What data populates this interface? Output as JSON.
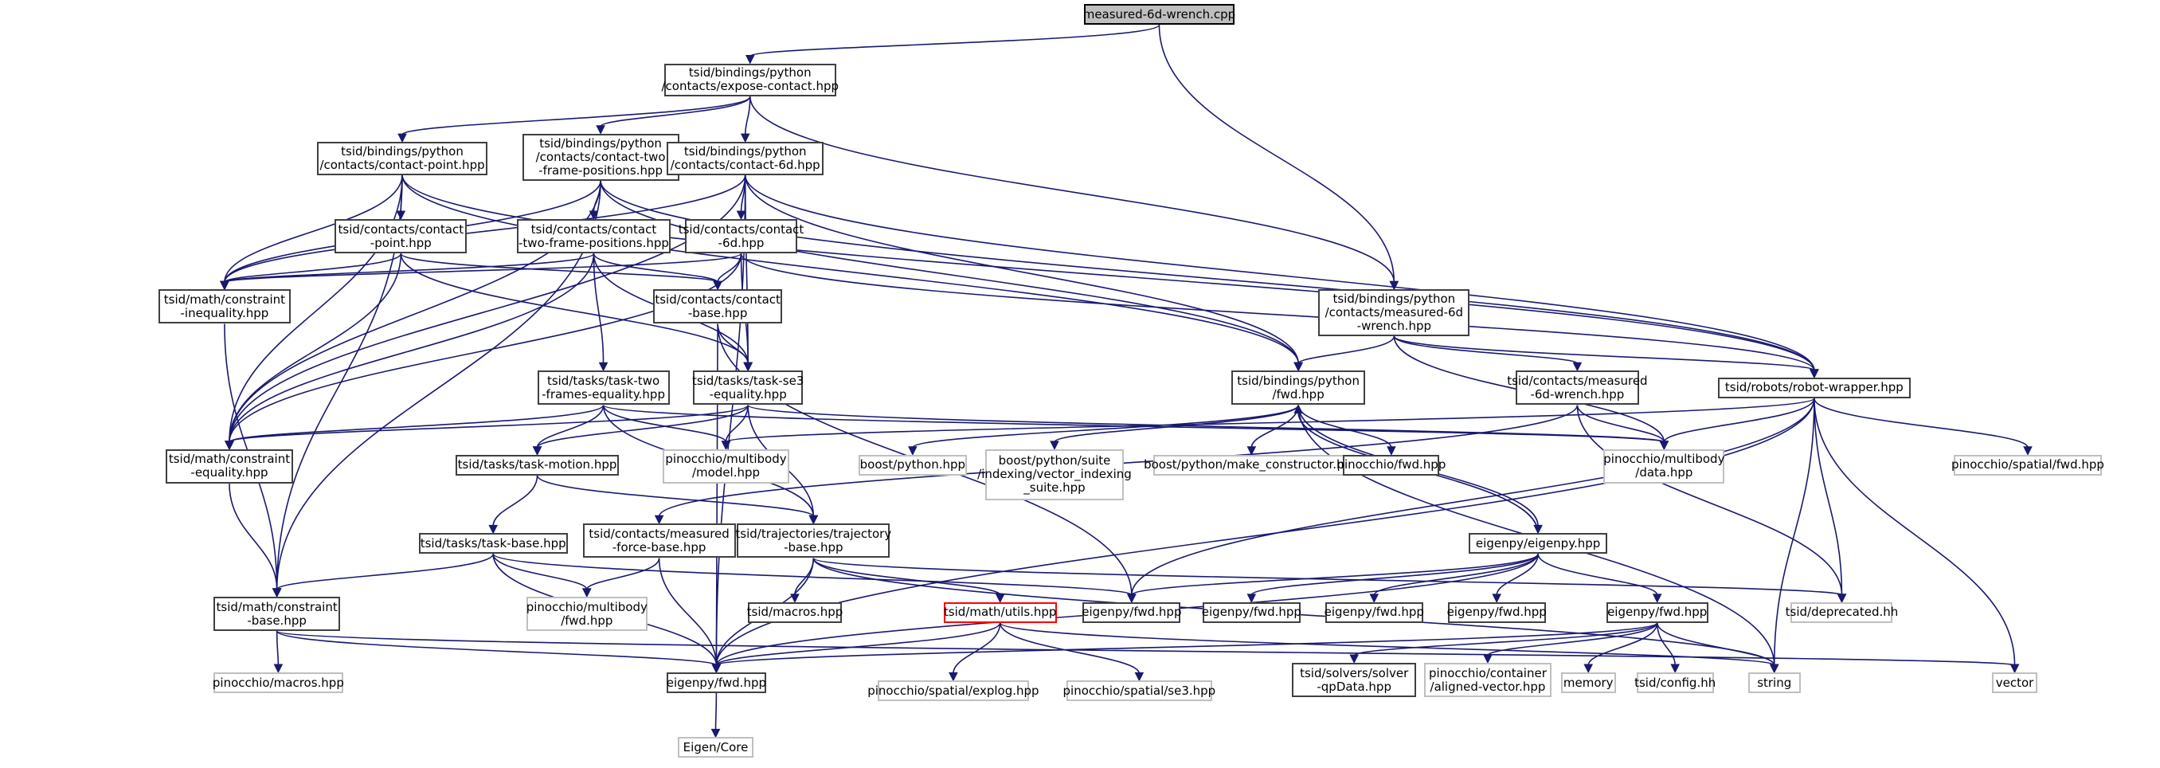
{
  "diagram": {
    "title": "measured-6d-wrench.cpp",
    "type": "include-dependency-graph",
    "colors": {
      "edge": "#191970",
      "root_fill": "#bfbfbf",
      "documented_border": "#404040",
      "external_border": "#bfbfbf",
      "highlight_border": "#ff0000"
    },
    "nodes": [
      {
        "id": "root",
        "label": "measured-6d-wrench.cpp",
        "kind": "root"
      },
      {
        "id": "expose",
        "label": "tsid/bindings/python\n/contacts/expose-contact.hpp",
        "kind": "doc"
      },
      {
        "id": "bcp",
        "label": "tsid/bindings/python\n/contacts/contact-point.hpp",
        "kind": "doc"
      },
      {
        "id": "bctfp",
        "label": "tsid/bindings/python\n/contacts/contact-two\n-frame-positions.hpp",
        "kind": "doc"
      },
      {
        "id": "bc6d",
        "label": "tsid/bindings/python\n/contacts/contact-6d.hpp",
        "kind": "doc"
      },
      {
        "id": "cp",
        "label": "tsid/contacts/contact\n-point.hpp",
        "kind": "doc"
      },
      {
        "id": "ctfp",
        "label": "tsid/contacts/contact\n-two-frame-positions.hpp",
        "kind": "doc"
      },
      {
        "id": "c6d",
        "label": "tsid/contacts/contact\n-6d.hpp",
        "kind": "doc"
      },
      {
        "id": "bm6d",
        "label": "tsid/bindings/python\n/contacts/measured-6d\n-wrench.hpp",
        "kind": "doc"
      },
      {
        "id": "cineq",
        "label": "tsid/math/constraint\n-inequality.hpp",
        "kind": "doc"
      },
      {
        "id": "cbase",
        "label": "tsid/contacts/contact\n-base.hpp",
        "kind": "doc"
      },
      {
        "id": "ttfe",
        "label": "tsid/tasks/task-two\n-frames-equality.hpp",
        "kind": "doc"
      },
      {
        "id": "tse3",
        "label": "tsid/tasks/task-se3\n-equality.hpp",
        "kind": "doc"
      },
      {
        "id": "bfwd",
        "label": "tsid/bindings/python\n/fwd.hpp",
        "kind": "doc"
      },
      {
        "id": "cm6d",
        "label": "tsid/contacts/measured\n-6d-wrench.hpp",
        "kind": "doc"
      },
      {
        "id": "robot",
        "label": "tsid/robots/robot-wrapper.hpp",
        "kind": "doc"
      },
      {
        "id": "ceq",
        "label": "tsid/math/constraint\n-equality.hpp",
        "kind": "doc"
      },
      {
        "id": "tmotion",
        "label": "tsid/tasks/task-motion.hpp",
        "kind": "doc"
      },
      {
        "id": "pmodel",
        "label": "pinocchio/multibody\n/model.hpp",
        "kind": "ext"
      },
      {
        "id": "bpy",
        "label": "boost/python.hpp",
        "kind": "ext"
      },
      {
        "id": "bvis",
        "label": "boost/python/suite\n/indexing/vector_indexing\n_suite.hpp",
        "kind": "ext"
      },
      {
        "id": "bmc",
        "label": "boost/python/make_constructor.hpp",
        "kind": "ext"
      },
      {
        "id": "pfwd",
        "label": "pinocchio/fwd.hpp",
        "kind": "doc"
      },
      {
        "id": "pdata",
        "label": "pinocchio/multibody\n/data.hpp",
        "kind": "ext"
      },
      {
        "id": "psfwd",
        "label": "pinocchio/spatial/fwd.hpp",
        "kind": "ext"
      },
      {
        "id": "tbase",
        "label": "tsid/tasks/task-base.hpp",
        "kind": "doc"
      },
      {
        "id": "mfb",
        "label": "tsid/contacts/measured\n-force-base.hpp",
        "kind": "doc"
      },
      {
        "id": "trajb",
        "label": "tsid/trajectories/trajectory\n-base.hpp",
        "kind": "doc"
      },
      {
        "id": "eigenpy",
        "label": "eigenpy/eigenpy.hpp",
        "kind": "doc"
      },
      {
        "id": "pmfwd",
        "label": "pinocchio/multibody\n/fwd.hpp",
        "kind": "ext"
      },
      {
        "id": "cbase2",
        "label": "tsid/math/constraint\n-base.hpp",
        "kind": "doc"
      },
      {
        "id": "tmacros",
        "label": "tsid/macros.hpp",
        "kind": "doc"
      },
      {
        "id": "utils",
        "label": "tsid/math/utils.hpp",
        "kind": "warn"
      },
      {
        "id": "efwd1",
        "label": "eigenpy/fwd.hpp",
        "kind": "doc"
      },
      {
        "id": "efwd2",
        "label": "eigenpy/fwd.hpp",
        "kind": "doc"
      },
      {
        "id": "efwd3",
        "label": "eigenpy/fwd.hpp",
        "kind": "doc"
      },
      {
        "id": "efwd4",
        "label": "eigenpy/fwd.hpp",
        "kind": "doc"
      },
      {
        "id": "efwd5",
        "label": "eigenpy/fwd.hpp",
        "kind": "doc"
      },
      {
        "id": "deprecated",
        "label": "tsid/deprecated.hh",
        "kind": "ext"
      },
      {
        "id": "pmacros",
        "label": "pinocchio/macros.hpp",
        "kind": "ext"
      },
      {
        "id": "efwd0",
        "label": "eigenpy/fwd.hpp",
        "kind": "doc"
      },
      {
        "id": "explog",
        "label": "pinocchio/spatial/explog.hpp",
        "kind": "ext"
      },
      {
        "id": "se3",
        "label": "pinocchio/spatial/se3.hpp",
        "kind": "ext"
      },
      {
        "id": "qpdata",
        "label": "tsid/solvers/solver\n-qpData.hpp",
        "kind": "doc"
      },
      {
        "id": "alignvec",
        "label": "pinocchio/container\n/aligned-vector.hpp",
        "kind": "ext"
      },
      {
        "id": "memory",
        "label": "memory",
        "kind": "ext"
      },
      {
        "id": "config",
        "label": "tsid/config.hh",
        "kind": "ext"
      },
      {
        "id": "string",
        "label": "string",
        "kind": "ext"
      },
      {
        "id": "vector",
        "label": "vector",
        "kind": "ext"
      },
      {
        "id": "eigencore",
        "label": "Eigen/Core",
        "kind": "ext"
      }
    ],
    "edges": [
      [
        "root",
        "expose"
      ],
      [
        "root",
        "bm6d"
      ],
      [
        "expose",
        "bcp"
      ],
      [
        "expose",
        "bctfp"
      ],
      [
        "expose",
        "bc6d"
      ],
      [
        "expose",
        "bm6d"
      ],
      [
        "bcp",
        "cp"
      ],
      [
        "bcp",
        "cineq"
      ],
      [
        "bcp",
        "ceq"
      ],
      [
        "bcp",
        "cbase2"
      ],
      [
        "bcp",
        "bfwd"
      ],
      [
        "bcp",
        "robot"
      ],
      [
        "bctfp",
        "ctfp"
      ],
      [
        "bctfp",
        "cineq"
      ],
      [
        "bctfp",
        "ceq"
      ],
      [
        "bctfp",
        "cbase2"
      ],
      [
        "bctfp",
        "bfwd"
      ],
      [
        "bctfp",
        "robot"
      ],
      [
        "bc6d",
        "c6d"
      ],
      [
        "bc6d",
        "cineq"
      ],
      [
        "bc6d",
        "ceq"
      ],
      [
        "bc6d",
        "efwd0"
      ],
      [
        "bc6d",
        "tse3"
      ],
      [
        "bc6d",
        "bfwd"
      ],
      [
        "bc6d",
        "robot"
      ],
      [
        "cp",
        "cineq"
      ],
      [
        "cp",
        "cbase"
      ],
      [
        "cp",
        "tse3"
      ],
      [
        "cp",
        "ceq"
      ],
      [
        "ctfp",
        "cineq"
      ],
      [
        "ctfp",
        "cbase"
      ],
      [
        "ctfp",
        "ttfe"
      ],
      [
        "ctfp",
        "tse3"
      ],
      [
        "ctfp",
        "ceq"
      ],
      [
        "c6d",
        "cineq"
      ],
      [
        "c6d",
        "cbase"
      ],
      [
        "c6d",
        "tse3"
      ],
      [
        "c6d",
        "ceq"
      ],
      [
        "c6d",
        "robot"
      ],
      [
        "bm6d",
        "bfwd"
      ],
      [
        "bm6d",
        "cm6d"
      ],
      [
        "bm6d",
        "robot"
      ],
      [
        "bm6d",
        "pdata"
      ],
      [
        "cineq",
        "cbase2"
      ],
      [
        "cbase",
        "tse3"
      ],
      [
        "cbase",
        "efwd1"
      ],
      [
        "cbase",
        "efwd0"
      ],
      [
        "ttfe",
        "ceq"
      ],
      [
        "ttfe",
        "tmotion"
      ],
      [
        "ttfe",
        "pmodel"
      ],
      [
        "ttfe",
        "trajb"
      ],
      [
        "ttfe",
        "pdata"
      ],
      [
        "tse3",
        "ceq"
      ],
      [
        "tse3",
        "tmotion"
      ],
      [
        "tse3",
        "pmodel"
      ],
      [
        "tse3",
        "trajb"
      ],
      [
        "tse3",
        "pdata"
      ],
      [
        "bfwd",
        "bpy"
      ],
      [
        "bfwd",
        "bvis"
      ],
      [
        "bfwd",
        "bmc"
      ],
      [
        "bfwd",
        "pfwd"
      ],
      [
        "bfwd",
        "eigenpy"
      ],
      [
        "bfwd",
        "string"
      ],
      [
        "cm6d",
        "pdata"
      ],
      [
        "cm6d",
        "mfb"
      ],
      [
        "cm6d",
        "deprecated"
      ],
      [
        "robot",
        "pmodel"
      ],
      [
        "robot",
        "pdata"
      ],
      [
        "robot",
        "psfwd"
      ],
      [
        "robot",
        "deprecated"
      ],
      [
        "robot",
        "efwd1"
      ],
      [
        "robot",
        "string"
      ],
      [
        "robot",
        "vector"
      ],
      [
        "robot",
        "efwd0"
      ],
      [
        "ceq",
        "cbase2"
      ],
      [
        "tmotion",
        "tbase"
      ],
      [
        "tmotion",
        "trajb"
      ],
      [
        "tbase",
        "cbase2"
      ],
      [
        "tbase",
        "pmfwd"
      ],
      [
        "tbase",
        "efwd0"
      ],
      [
        "tbase",
        "efwd1"
      ],
      [
        "mfb",
        "pmfwd"
      ],
      [
        "mfb",
        "efwd0"
      ],
      [
        "trajb",
        "tmacros"
      ],
      [
        "trajb",
        "utils"
      ],
      [
        "trajb",
        "efwd0"
      ],
      [
        "trajb",
        "deprecated"
      ],
      [
        "trajb",
        "string"
      ],
      [
        "eigenpy",
        "bfwd"
      ],
      [
        "eigenpy",
        "efwd1"
      ],
      [
        "eigenpy",
        "efwd2"
      ],
      [
        "eigenpy",
        "efwd3"
      ],
      [
        "eigenpy",
        "efwd4"
      ],
      [
        "eigenpy",
        "efwd5"
      ],
      [
        "eigenpy",
        "efwd0"
      ],
      [
        "cbase2",
        "pmacros"
      ],
      [
        "cbase2",
        "efwd0"
      ],
      [
        "cbase2",
        "vector"
      ],
      [
        "utils",
        "efwd0"
      ],
      [
        "utils",
        "explog"
      ],
      [
        "utils",
        "se3"
      ],
      [
        "utils",
        "string"
      ],
      [
        "efwd5",
        "efwd0"
      ],
      [
        "efwd5",
        "qpdata"
      ],
      [
        "efwd5",
        "alignvec"
      ],
      [
        "efwd5",
        "memory"
      ],
      [
        "efwd5",
        "config"
      ],
      [
        "efwd5",
        "string"
      ],
      [
        "efwd0",
        "eigencore"
      ]
    ]
  }
}
